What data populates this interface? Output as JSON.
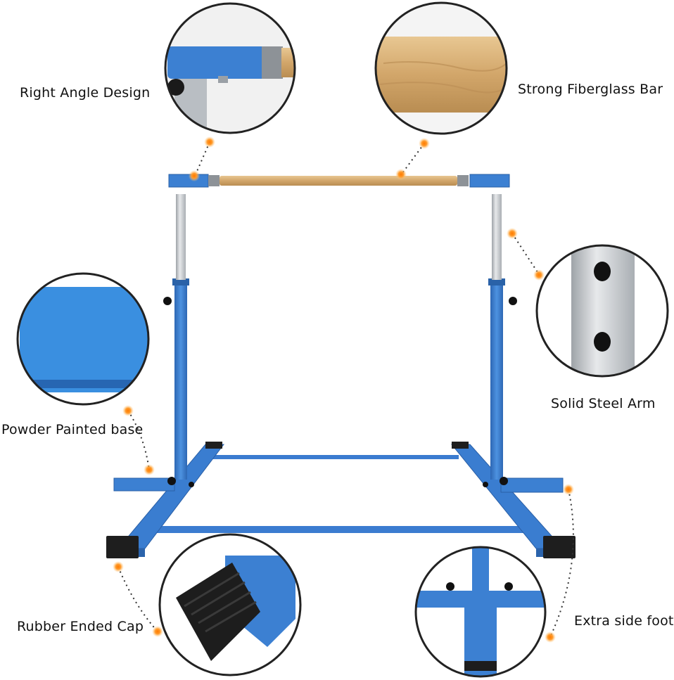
{
  "labels": {
    "right_angle": "Right Angle Design",
    "fiberglass": "Strong Fiberglass Bar",
    "steel_arm": "Solid Steel Arm",
    "powder_base": "Powder Painted base",
    "rubber_cap": "Rubber Ended Cap",
    "side_foot": "Extra side foot"
  },
  "colors": {
    "frame_blue": "#3c7fd0",
    "frame_blue_dark": "#2a62a8",
    "steel": "#c8ccd0",
    "wood": "#d9b37a",
    "rubber": "#1d1d1d",
    "marker": "#ff8a1c"
  }
}
